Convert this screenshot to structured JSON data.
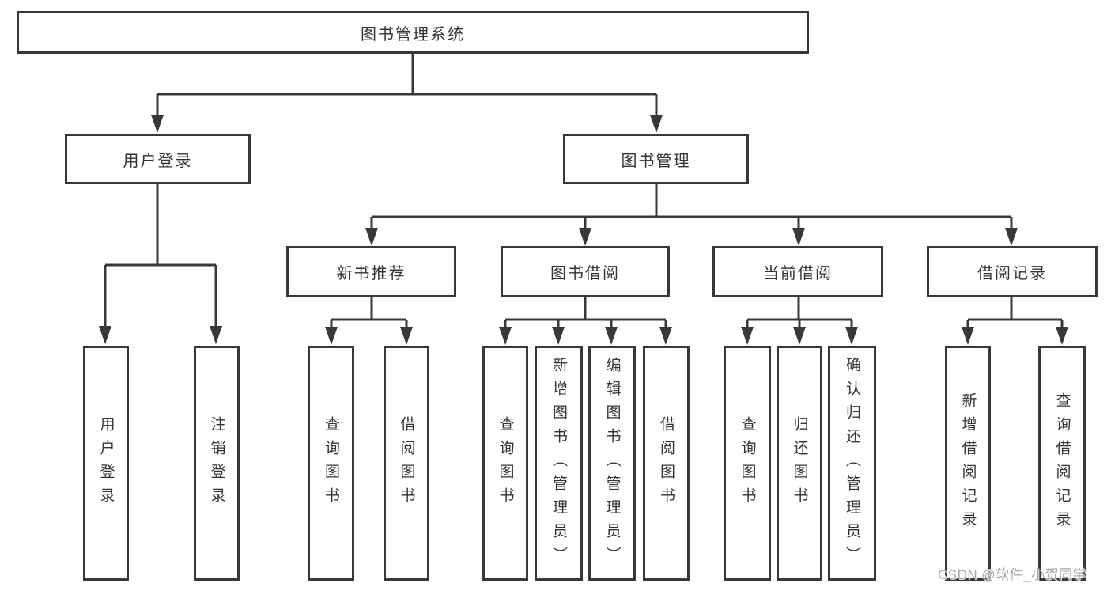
{
  "root": {
    "label": "图书管理系统"
  },
  "branches": [
    {
      "label": "用户登录",
      "children": [
        {
          "label": "用户登录"
        },
        {
          "label": "注销登录"
        }
      ]
    },
    {
      "label": "图书管理",
      "children": [
        {
          "label": "新书推荐",
          "children": [
            {
              "label": "查询图书"
            },
            {
              "label": "借阅图书"
            }
          ]
        },
        {
          "label": "图书借阅",
          "children": [
            {
              "label": "查询图书"
            },
            {
              "label": "新增图书（管理员）"
            },
            {
              "label": "编辑图书（管理员）"
            },
            {
              "label": "借阅图书"
            }
          ]
        },
        {
          "label": "当前借阅",
          "children": [
            {
              "label": "查询图书"
            },
            {
              "label": "归还图书"
            },
            {
              "label": "确认归还（管理员）"
            }
          ]
        },
        {
          "label": "借阅记录",
          "children": [
            {
              "label": "新增借阅记录"
            },
            {
              "label": "查询借阅记录"
            }
          ]
        }
      ]
    }
  ],
  "watermark": "CSDN @软件_小贺同学",
  "colors": {
    "line": "#383838",
    "text": "#333333",
    "watermark": "#a8a8a8",
    "background": "#ffffff"
  }
}
